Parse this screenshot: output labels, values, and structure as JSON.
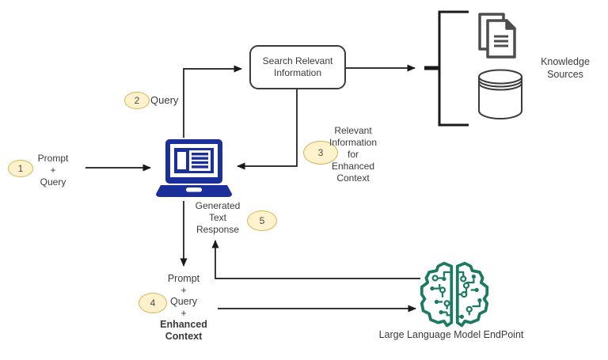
{
  "diagram": {
    "title": "RAG architecture flow",
    "badges": {
      "step1": "1",
      "step2": "2",
      "step3": "3",
      "step4": "4",
      "step5": "5"
    },
    "labels": {
      "prompt_query": {
        "line1": "Prompt",
        "line2": "+",
        "line3": "Query"
      },
      "query": "Query",
      "search_box": {
        "line1": "Search Relevant",
        "line2": "Information"
      },
      "knowledge_sources": {
        "line1": "Knowledge",
        "line2": "Sources"
      },
      "relevant_info": {
        "line1": "Relevant",
        "line2": "Information",
        "line3": "for",
        "line4": "Enhanced",
        "line5": "Context"
      },
      "generated_response": {
        "line1": "Generated",
        "line2": "Text",
        "line3": "Response"
      },
      "prompt_enhanced": {
        "line1": "Prompt",
        "line2": "+",
        "line3": "Query",
        "line4": "+",
        "line5": "Enhanced",
        "line6": "Context"
      },
      "llm_endpoint": "Large Language Model EndPoint"
    },
    "icons": {
      "laptop": "laptop-icon",
      "documents": "documents-icon",
      "database": "database-icon",
      "brain": "ai-brain-icon"
    },
    "colors": {
      "laptop_blue": "#1b2f9b",
      "brain_green": "#1b7a5f",
      "badge_fill": "#fff2cc",
      "badge_stroke": "#d6b656",
      "doc_gray": "#4d4d4d",
      "db_stroke": "#3c3c3c",
      "line_black": "#1a1a1a",
      "text": "#3a3a3a"
    }
  }
}
